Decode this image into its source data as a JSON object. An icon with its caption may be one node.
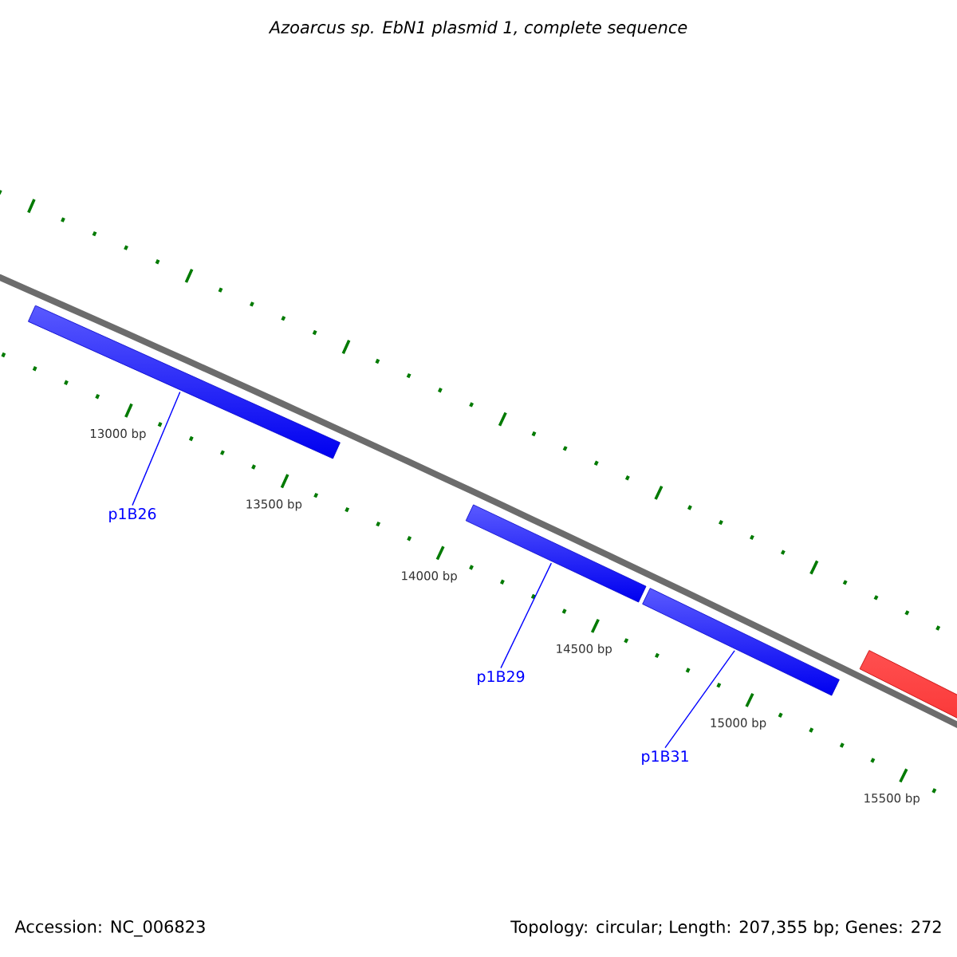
{
  "diagram": {
    "title": "Azoarcus sp. EbN1 plasmid 1, complete sequence",
    "nodes": [
      {
        "text": [],
        "shape": "bar"
      },
      {
        "text": [],
        "shape": "bar"
      },
      {
        "text": [],
        "shape": "bar"
      },
      {
        "text": [],
        "shape": "bar"
      },
      {
        "text": [
          "p1B26"
        ]
      },
      {
        "text": [
          "p1B29"
        ]
      },
      {
        "text": [
          "p1B31"
        ]
      }
    ],
    "edges": [
      {
        "from": 4,
        "to": 0,
        "arrow": "none"
      },
      {
        "from": 5,
        "to": 1,
        "arrow": "none"
      },
      {
        "from": 6,
        "to": 2,
        "arrow": "none"
      }
    ],
    "labels": [
      "13000 bp",
      "13500 bp",
      "14000 bp",
      "14500 bp",
      "15000 bp",
      "15500 bp",
      "Accession: NC_006823",
      "Topology: circular; Length: 207,355 bp; Genes: 272"
    ]
  }
}
